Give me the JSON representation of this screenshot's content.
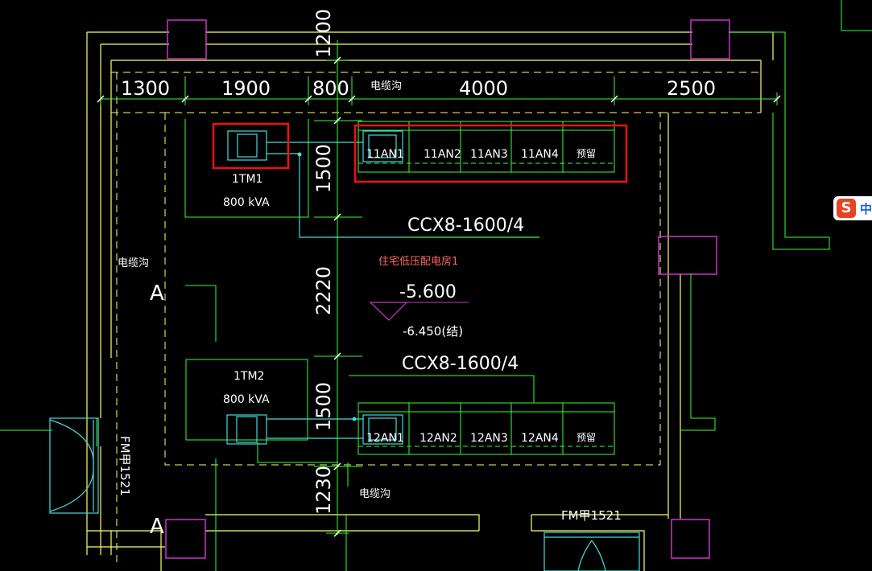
{
  "dimensions": {
    "top_row": [
      "1300",
      "1900",
      "800",
      "4000",
      "2500"
    ],
    "top_vertical": "1200",
    "left_column": [
      "1500",
      "2220",
      "1500",
      "1230"
    ]
  },
  "labels": {
    "cable_trench": "电缆沟",
    "room_name": "住宅低压配电房1",
    "elevation_floor": "-5.600",
    "elevation_structure": "-6.450(结)",
    "busway_1": "CCX8-1600/4",
    "busway_2": "CCX8-1600/4",
    "section_mark": "A",
    "door": "FM甲1521"
  },
  "transformers": [
    {
      "id": "1TM1",
      "rating": "800 kVA"
    },
    {
      "id": "1TM2",
      "rating": "800 kVA"
    }
  ],
  "cabinet_rows": [
    {
      "cells": [
        "11AN1",
        "11AN2",
        "11AN3",
        "11AN4",
        "预留"
      ]
    },
    {
      "cells": [
        "12AN1",
        "12AN2",
        "12AN3",
        "12AN4",
        "预留"
      ]
    }
  ],
  "ime_badge": {
    "text": "中"
  },
  "colors": {
    "background": "#000000",
    "wall": "#ffff66",
    "column": "#cc33cc",
    "dimension": "#33ff33",
    "equipment": "#ffffff",
    "cable": "#44dddd",
    "room_label": "#ff6666",
    "highlight": "#ee1111"
  }
}
